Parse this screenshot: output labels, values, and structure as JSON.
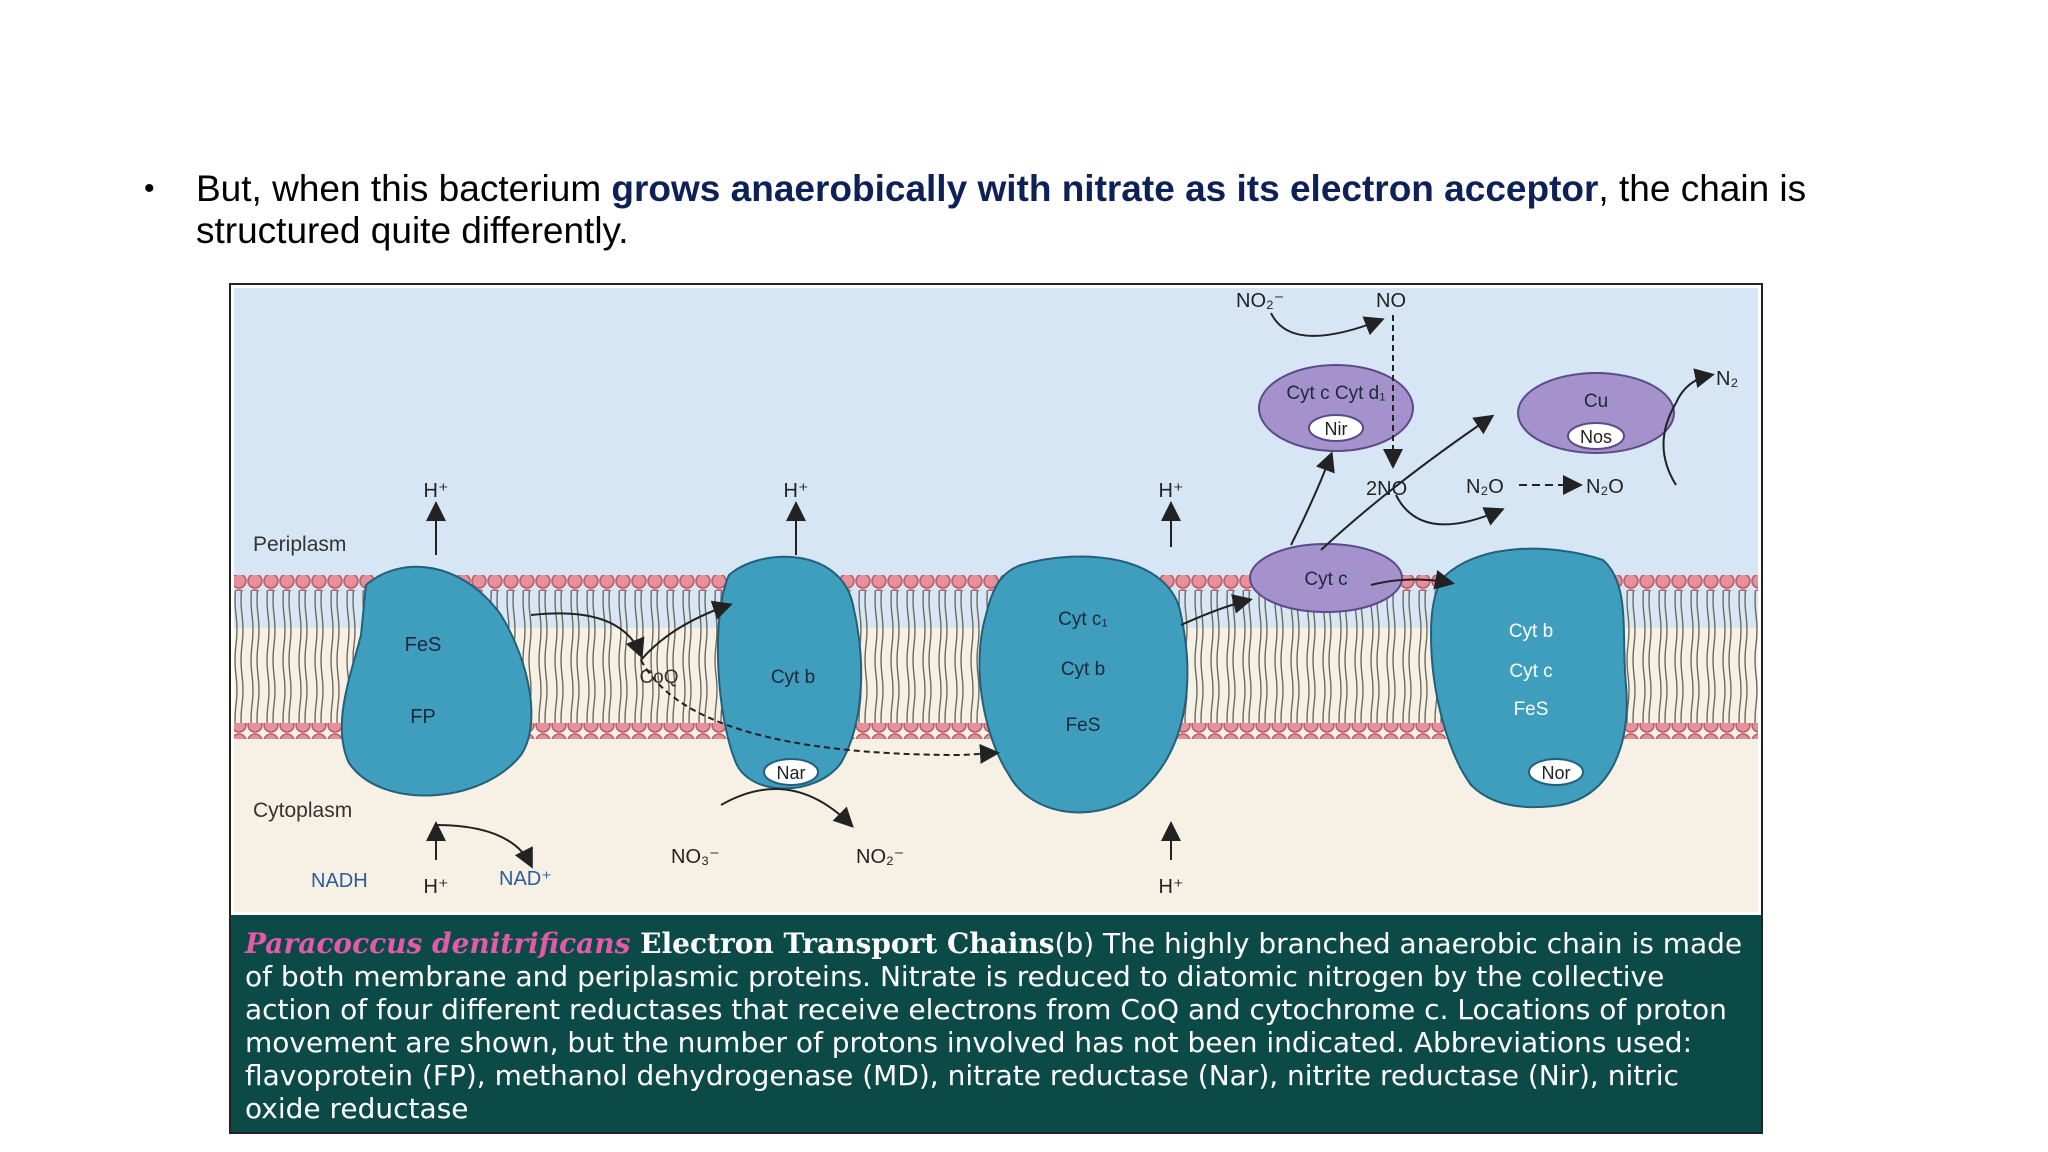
{
  "slide": {
    "bullet_prefix": "But, when this bacterium ",
    "bullet_highlight": "grows anaerobically with nitrate as its electron acceptor",
    "bullet_suffix": ", the chain is structured quite differently."
  },
  "diagram": {
    "regions": {
      "periplasm": "Periplasm",
      "cytoplasm": "Cytoplasm"
    },
    "complex1": {
      "line1": "FeS",
      "line2": "FP"
    },
    "coq": "CoQ",
    "complex_b": {
      "label": "Cyt b",
      "badge": "Nar"
    },
    "complex3": {
      "line1": "Cyt c₁",
      "line2": "Cyt b",
      "line3": "FeS"
    },
    "cytc_membrane": "Cyt c",
    "nir": {
      "line1": "Cyt c  Cyt d₁",
      "badge": "Nir"
    },
    "nos": {
      "line1": "Cu",
      "badge": "Nos"
    },
    "nor": {
      "line1": "Cyt b",
      "line2": "Cyt c",
      "line3": "FeS",
      "badge": "Nor"
    },
    "labels": {
      "h1": "H⁺",
      "h2": "H⁺",
      "h3": "H⁺",
      "h_bottom1": "H⁺",
      "h_bottom3": "H⁺",
      "nadh": "NADH",
      "nad": "NAD⁺",
      "no3": "NO₃⁻",
      "no2_bottom": "NO₂⁻",
      "no2_top": "NO₂⁻",
      "no_top": "NO",
      "two_no": "2NO",
      "n2o_a": "N₂O",
      "n2o_b": "N₂O",
      "n2": "N₂"
    },
    "colors": {
      "protein": "#3f9dbe",
      "purple": "#a592cc",
      "periplasm_bg": "#d7e6f4",
      "cytoplasm_bg": "#f7f1e5",
      "lipid_head": "#e8909a",
      "caption_bg": "#0c4a47"
    }
  },
  "caption": {
    "species": "Paracoccus denitrificans",
    "title": " Electron Transport Chains",
    "body": "(b) The highly branched anaerobic chain is made of both membrane and periplasmic proteins. Nitrate is reduced to diatomic nitrogen by the collective action of four different reductases that receive electrons from CoQ and cytochrome c. Locations of proton movement are shown, but the number of protons involved has not been indicated. Abbreviations used: flavoprotein (FP), methanol dehydrogenase (MD), nitrate reductase (Nar), nitrite reductase (Nir), nitric oxide reductase"
  }
}
